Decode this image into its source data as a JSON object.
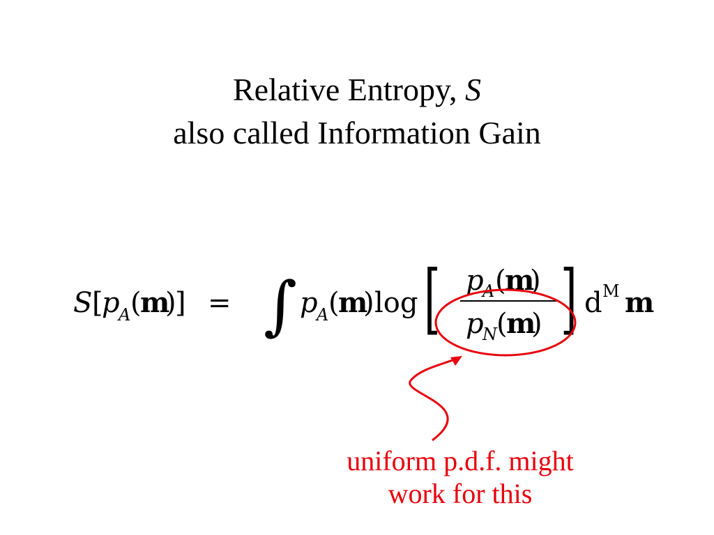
{
  "slide": {
    "title_main": "Relative Entropy,",
    "title_symbol": "S",
    "title_line2": "also called Information Gain"
  },
  "formula": {
    "lhs_S": "S",
    "lhs_arg_open": "[",
    "p": "p",
    "sub_A": "A",
    "sub_N": "N",
    "m": "m",
    "paren_open": "(",
    "paren_close": ")",
    "lhs_arg_close": "]",
    "equals": "=",
    "integral": "∫",
    "log": "log",
    "bracket_open": "[",
    "bracket_close": "]",
    "d": "d",
    "sup_M": "M"
  },
  "annotation": {
    "line1": "uniform p.d.f. might",
    "line2": "work for this",
    "color": "#e8000b"
  }
}
